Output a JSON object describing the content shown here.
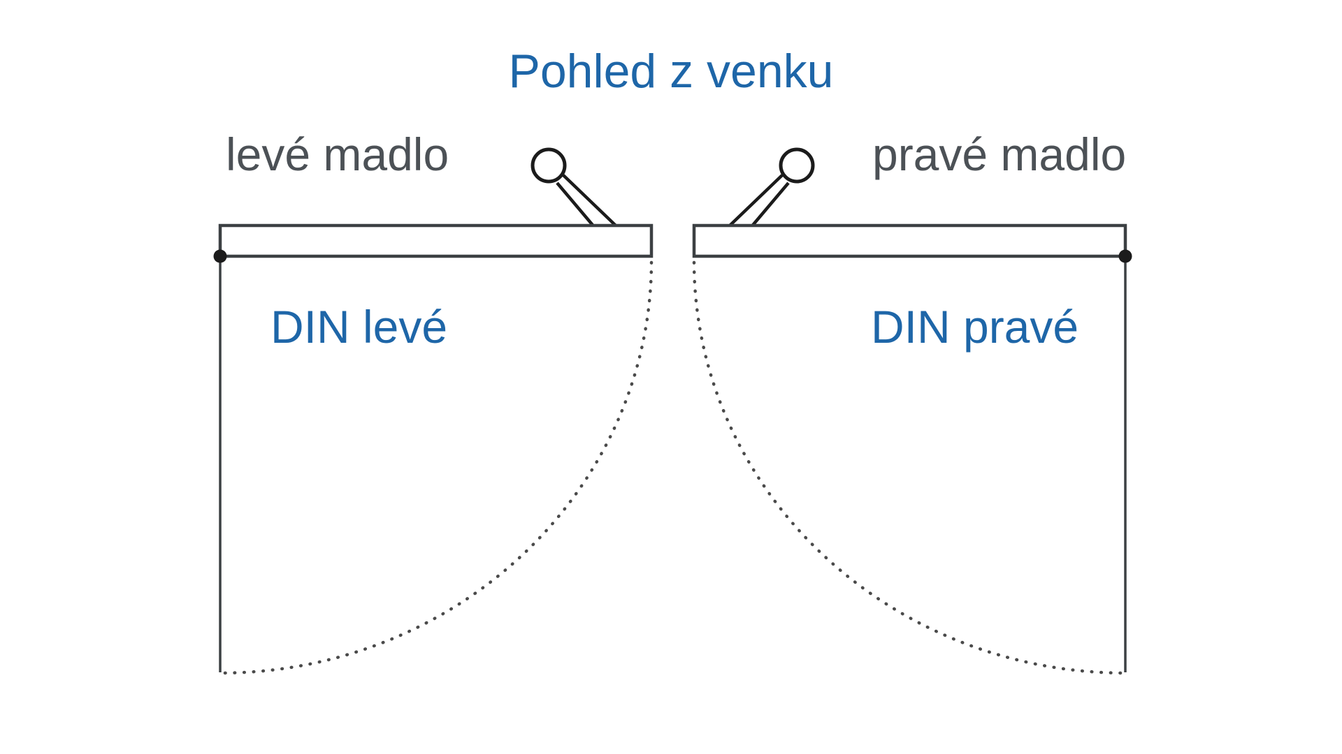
{
  "title": {
    "text": "Pohled z venku"
  },
  "labels": {
    "left_handle": "levé madlo",
    "right_handle": "pravé madlo",
    "din_left": "DIN levé",
    "din_right": "DIN pravé"
  },
  "colors": {
    "accent_blue": "#1E66A8",
    "label_gray": "#4C5156",
    "line_dark": "#3C4043",
    "ink_black": "#1B1B1B",
    "swing_dot_gray": "#4A4A4A",
    "panel_fill": "#FFFFFF",
    "background": "#FFFFFF"
  },
  "icons": {
    "left_handle_knob": "door-handle-knob-icon",
    "right_handle_knob": "door-handle-knob-icon",
    "left_hinge": "hinge-pivot-dot",
    "right_hinge": "hinge-pivot-dot"
  }
}
